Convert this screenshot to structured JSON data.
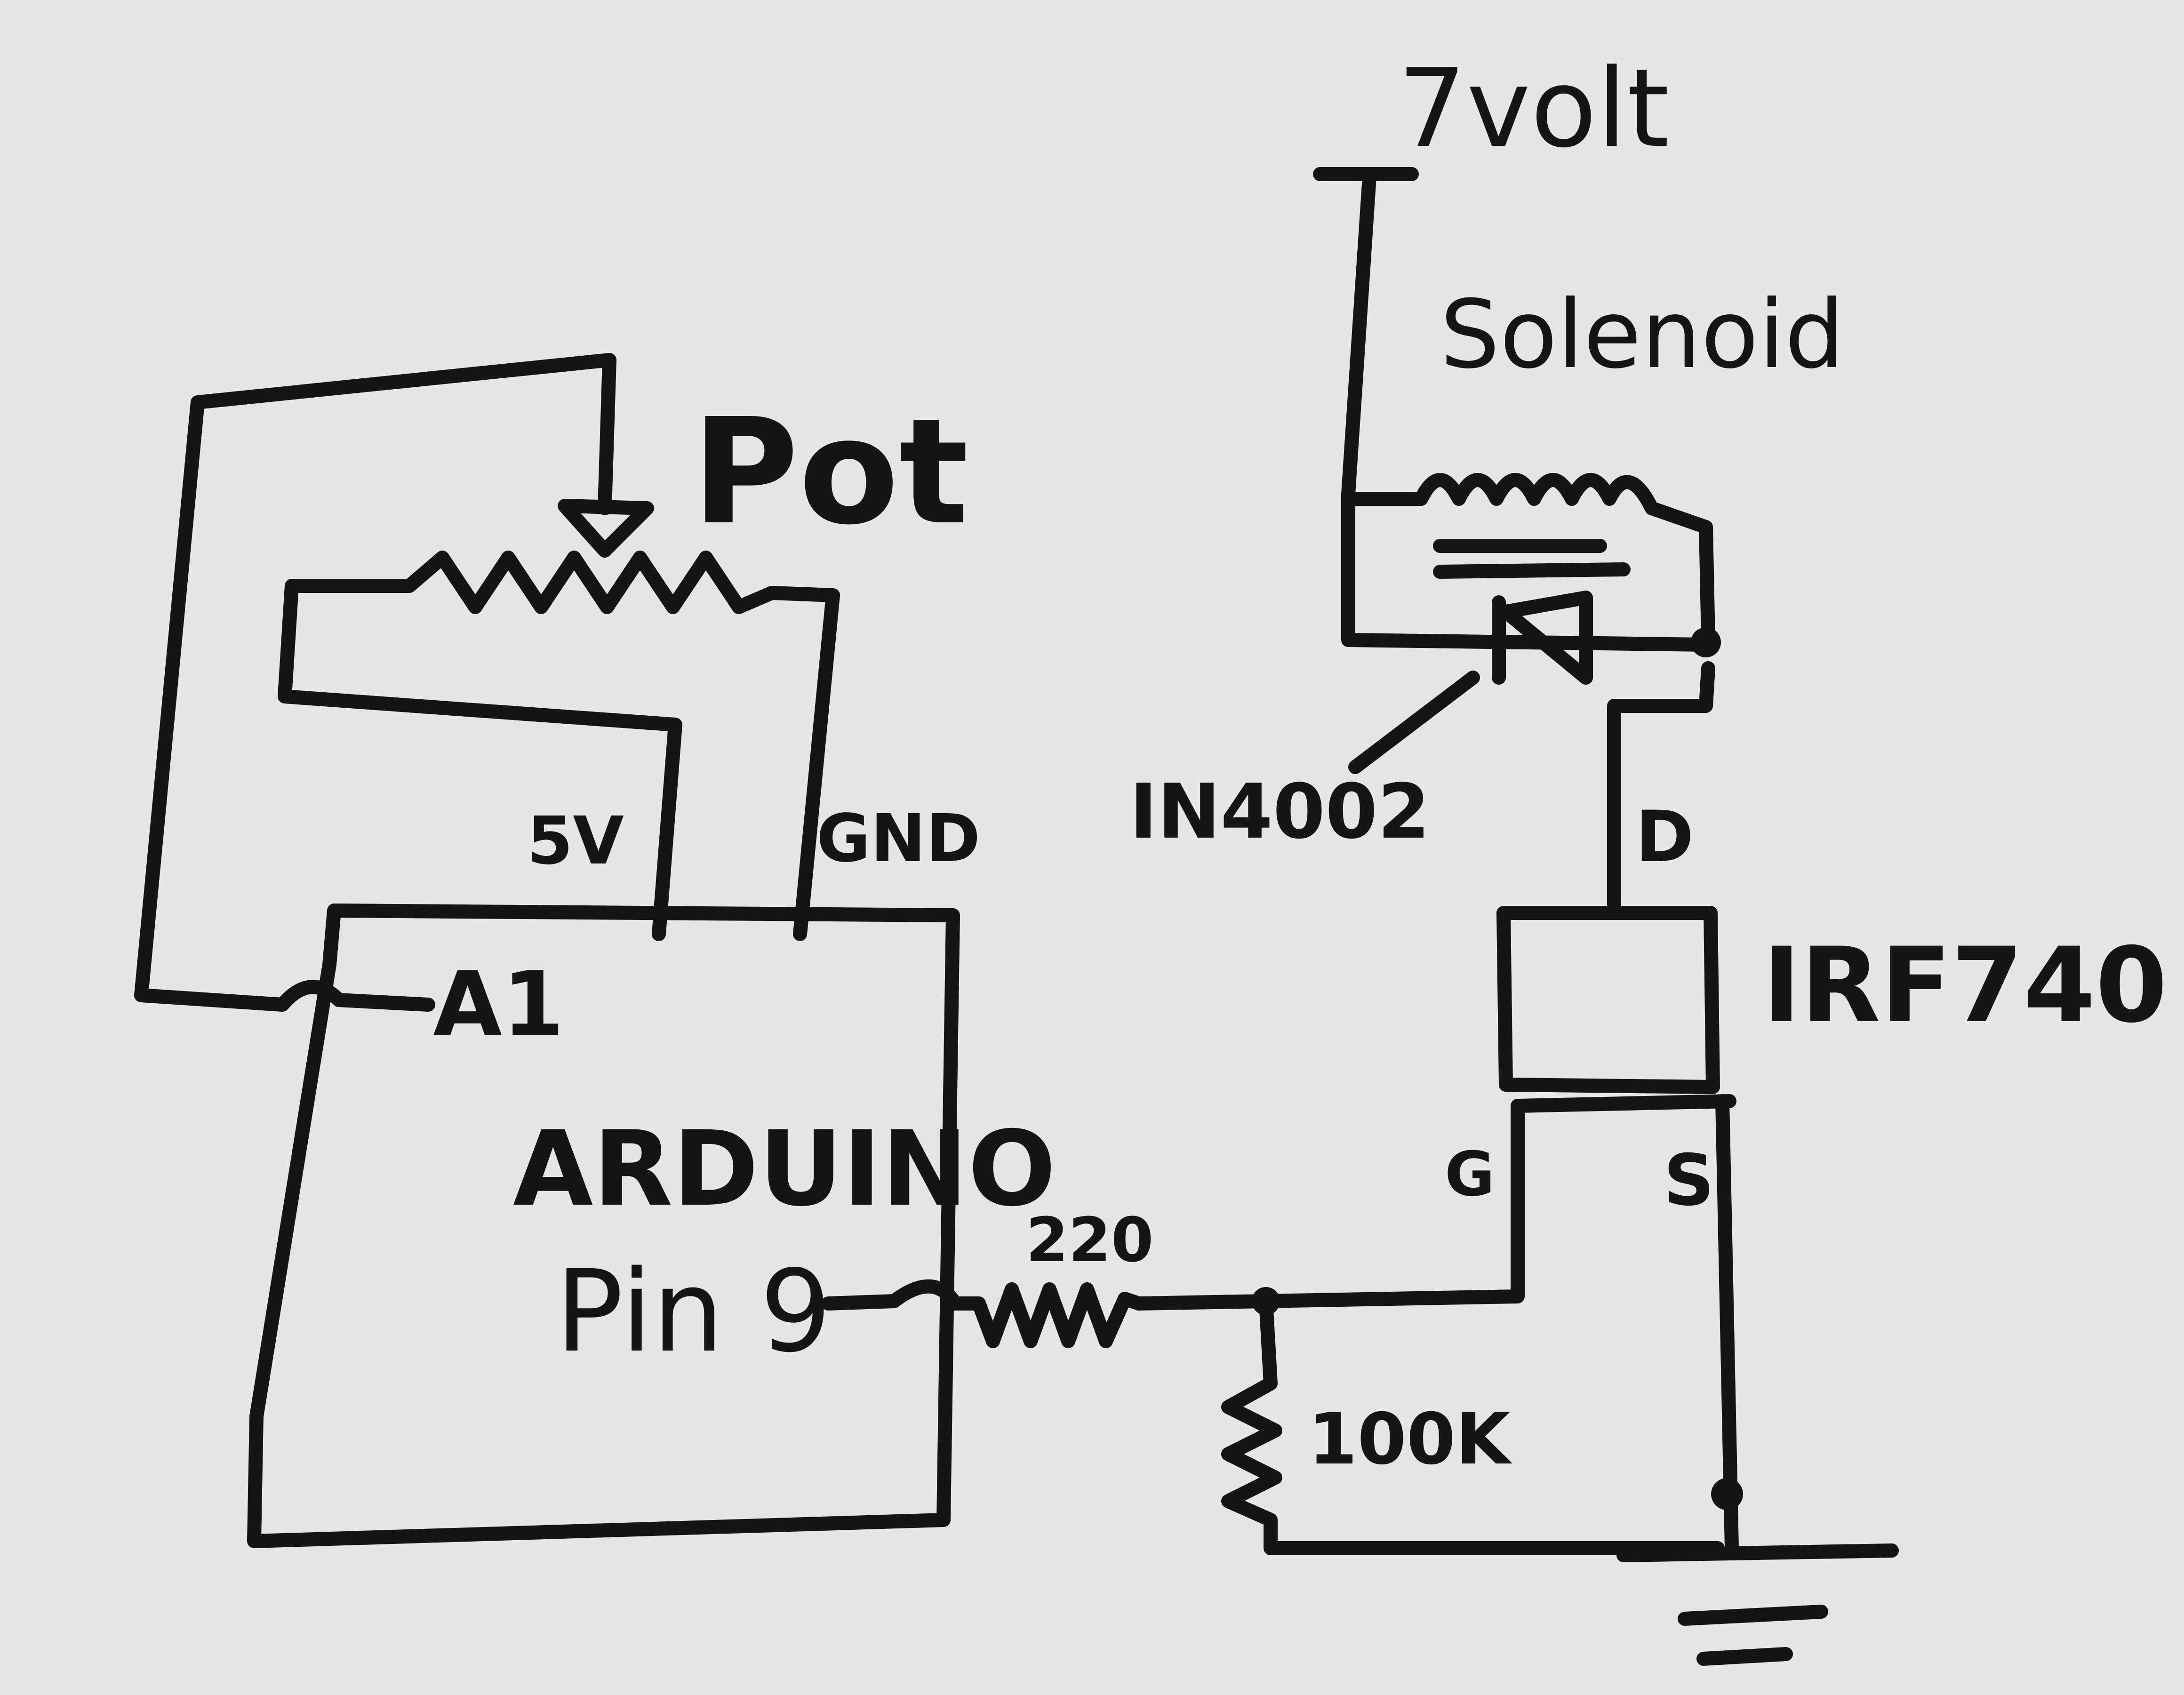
{
  "labels": {
    "pot": "Pot",
    "five_v": "5V",
    "gnd": "GND",
    "a1": "A1",
    "arduino": "ARDUINO",
    "pin9": "Pin 9",
    "r220": "220",
    "r100k": "100K",
    "diode": "IN4002",
    "mosfet": "IRF740",
    "drain": "D",
    "gate": "G",
    "source": "S",
    "supply": "7volt",
    "solenoid": "Solenoid"
  },
  "colors": {
    "ink": "#151515",
    "board": "#e6e6e4"
  }
}
